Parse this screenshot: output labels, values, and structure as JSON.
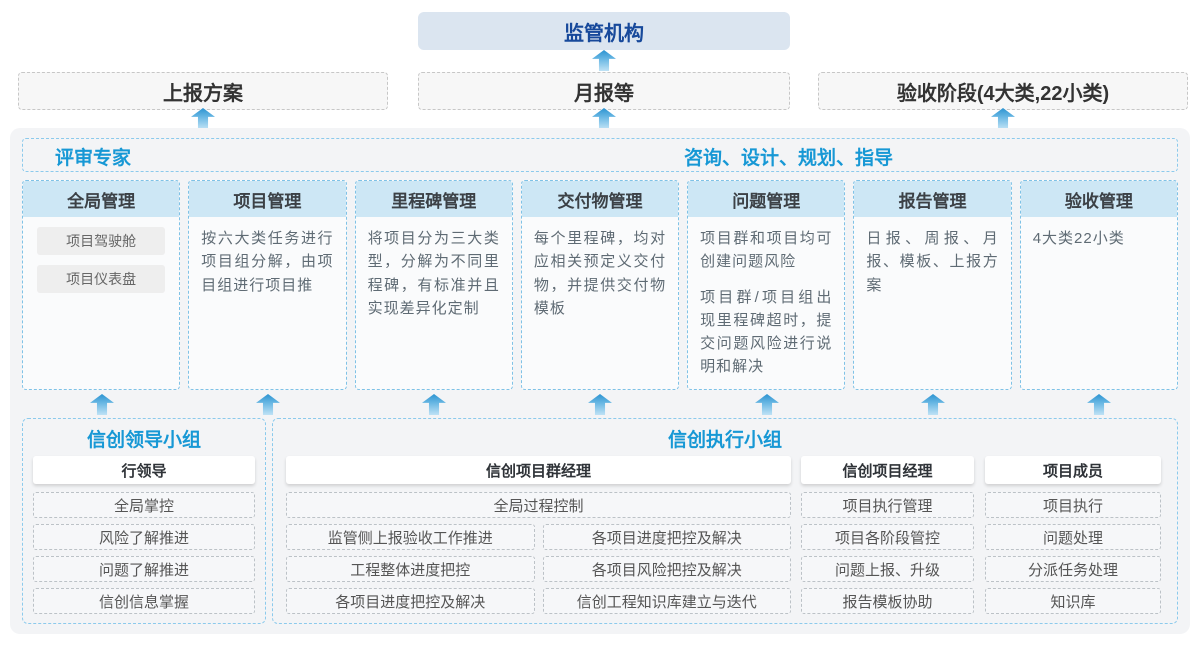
{
  "top": {
    "regulator": "监管机构",
    "boxes": [
      "上报方案",
      "月报等",
      "验收阶段(4大类,22小类)"
    ]
  },
  "header": {
    "left": "评审专家",
    "right": "咨询、设计、规划、指导"
  },
  "columns": [
    {
      "title": "全局管理",
      "chips": [
        "项目驾驶舱",
        "项目仪表盘"
      ]
    },
    {
      "title": "项目管理",
      "paragraphs": [
        "按六大类任务进行项目组分解，由项目组进行项目推"
      ]
    },
    {
      "title": "里程碑管理",
      "paragraphs": [
        "将项目分为三大类型，分解为不同里程碑，有标准并且实现差异化定制"
      ]
    },
    {
      "title": "交付物管理",
      "paragraphs": [
        "每个里程碑，均对应相关预定义交付物，并提供交付物模板"
      ]
    },
    {
      "title": "问题管理",
      "paragraphs": [
        "项目群和项目均可创建问题风险",
        "项目群/项目组出现里程碑超时，提交问题风险进行说明和解决"
      ]
    },
    {
      "title": "报告管理",
      "paragraphs": [
        "日报、周报、月报、模板、上报方案"
      ]
    },
    {
      "title": "验收管理",
      "paragraphs": [
        "4大类22小类"
      ]
    }
  ],
  "bottom": {
    "leadership": {
      "title": "信创领导小组",
      "role": "行领导",
      "items": [
        "全局掌控",
        "风险了解推进",
        "问题了解推进",
        "信创信息掌握"
      ]
    },
    "execution": {
      "title": "信创执行小组",
      "program_manager": {
        "role": "信创项目群经理",
        "full_item": "全局过程控制",
        "col1": [
          "监管侧上报验收工作推进",
          "工程整体进度把控",
          "各项目进度把控及解决"
        ],
        "col2": [
          "各项目进度把控及解决",
          "各项目风险把控及解决",
          "信创工程知识库建立与迭代"
        ]
      },
      "project_manager": {
        "role": "信创项目经理",
        "items": [
          "项目执行管理",
          "项目各阶段管控",
          "问题上报、升级",
          "报告模板协助"
        ]
      },
      "member": {
        "role": "项目成员",
        "items": [
          "项目执行",
          "问题处理",
          "分派任务处理",
          "知识库"
        ]
      }
    }
  },
  "colors": {
    "accent_blue": "#1798d5",
    "navy_title": "#17499b",
    "regulator_bg": "#dbe5f0",
    "column_header_bg": "#cde7f5",
    "dashed_blue_border": "#7fc2e6",
    "arrow_blue": "#2b93d1",
    "container_bg": "#f3f4f6"
  }
}
